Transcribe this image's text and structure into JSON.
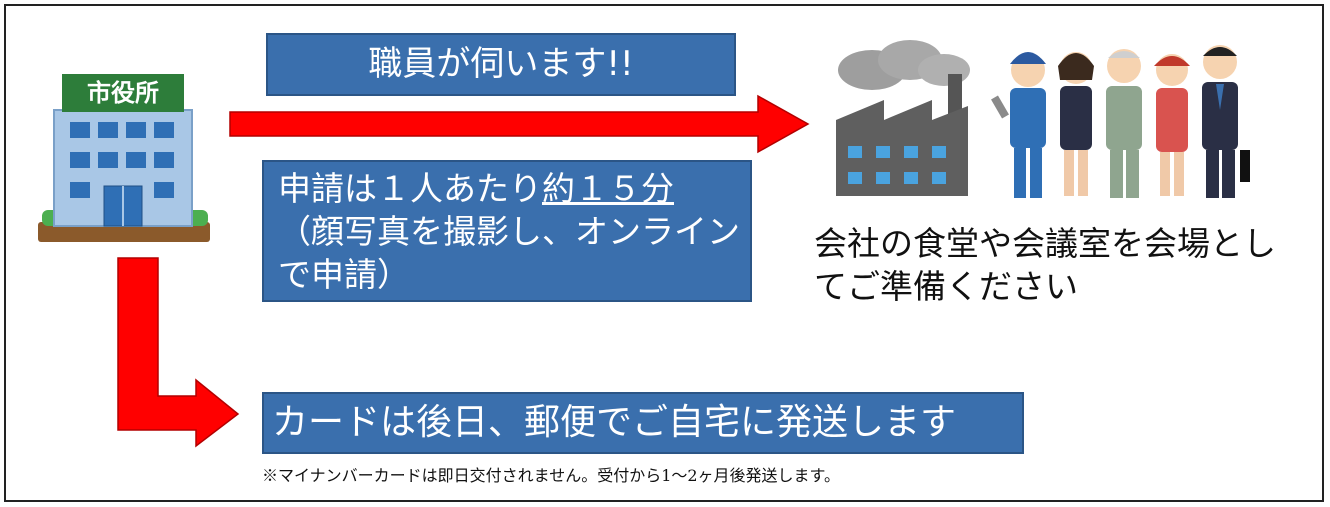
{
  "building": {
    "sign": "市役所"
  },
  "staff_visit": {
    "text": "職員が伺います!!"
  },
  "application": {
    "line1_prefix": "申請は１人あたり",
    "line1_duration": "約１５分",
    "line2": "（顔写真を撮影し、オンライン",
    "line3": "で申請）"
  },
  "venue": {
    "line1": "会社の食堂や会議室を会場とし",
    "line2": "てご準備ください"
  },
  "card_delivery": {
    "text": "カードは後日、郵便でご自宅に発送します"
  },
  "note": {
    "text": "※マイナンバーカードは即日交付されません。受付から1～2ヶ月後発送します。"
  },
  "colors": {
    "box_blue": "#3a6fad",
    "arrow_red": "#ff0000",
    "sign_green": "#2d7d3a",
    "building_blue": "#8fb4d9"
  }
}
